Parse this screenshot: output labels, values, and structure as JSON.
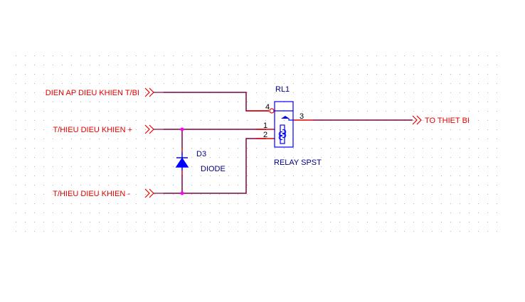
{
  "schematic": {
    "colors": {
      "wire": "#800040",
      "pin": "#e00000",
      "port_text": "#e00000",
      "component": "#0000ff",
      "junction": "#ff00ff",
      "grid": "#b0b0b0"
    },
    "ports": [
      {
        "id": "port-dien-ap",
        "label": "DIEN AP DIEU KHIEN T/BI",
        "direction": "input"
      },
      {
        "id": "port-tin-hieu-plus",
        "label": "T/HIEU DIEU KHIEN +",
        "direction": "input"
      },
      {
        "id": "port-tin-hieu-minus",
        "label": "T/HIEU DIEU KHIEN -",
        "direction": "input"
      },
      {
        "id": "port-to-thiet-bi",
        "label": "TO THIET BI",
        "direction": "output"
      }
    ],
    "relay": {
      "ref": "RL1",
      "value": "RELAY SPST",
      "pins": [
        "4",
        "3",
        "1",
        "2"
      ]
    },
    "diode": {
      "ref": "D3",
      "value": "DIODE"
    }
  }
}
